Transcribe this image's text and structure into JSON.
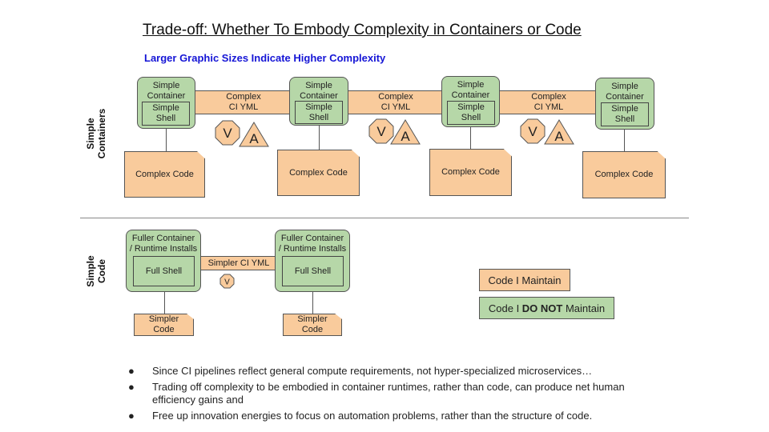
{
  "title": "Trade-off: Whether To Embody Complexity in Containers or Code",
  "subtitle": "Larger Graphic Sizes Indicate Higher Complexity",
  "top_row": {
    "label_line1": "Simple",
    "label_line2": "Containers",
    "container_line1": "Simple",
    "container_line2": "Container",
    "shell_line1": "Simple",
    "shell_line2": "Shell",
    "ci_line1": "Complex",
    "ci_line2": "CI YML",
    "code_label": "Complex Code",
    "v_label": "V",
    "a_label": "A"
  },
  "bottom_row": {
    "label_line1": "Simple",
    "label_line2": "Code",
    "container_line1": "Fuller Container",
    "container_line2": "/ Runtime Installs",
    "shell_label": "Full Shell",
    "ci_label": "Simpler CI YML",
    "code_line1": "Simpler",
    "code_line2": "Code",
    "v_label": "V"
  },
  "legend": {
    "maintain": "Code I Maintain",
    "not_maintain_prefix": "Code I ",
    "not_maintain_bold": "DO NOT",
    "not_maintain_suffix": " Maintain"
  },
  "bullets": [
    "Since CI pipelines reflect general compute requirements, not hyper-specialized microservices…",
    "Trading off complexity to be embodied in container runtimes, rather than code, can produce net human efficiency gains and",
    "Free up innovation energies to focus on automation problems, rather than the structure of code."
  ],
  "bullet_symbol": "●",
  "colors": {
    "orange": "#f9cb9c",
    "green": "#b6d7a8",
    "subtitle_blue": "#1515d6"
  }
}
